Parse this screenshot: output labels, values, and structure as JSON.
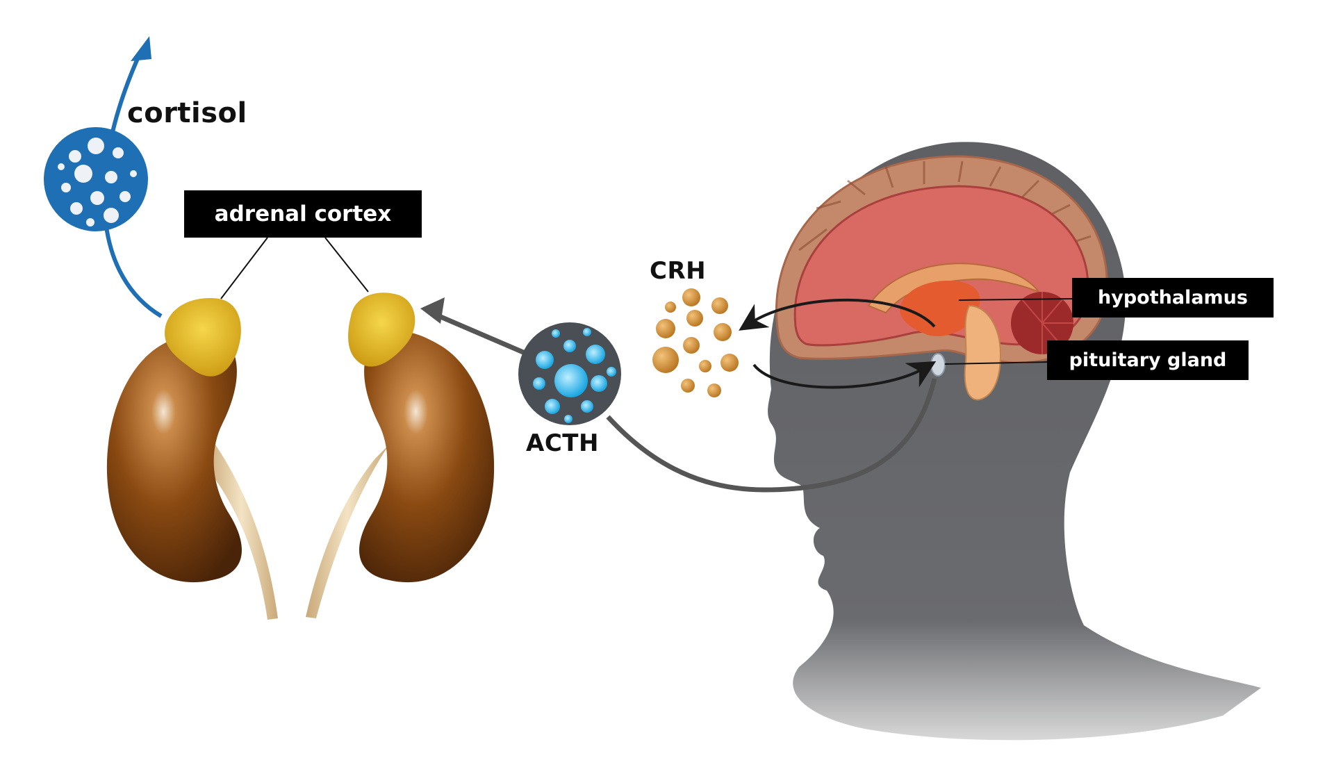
{
  "labels": {
    "cortisol": "cortisol",
    "adrenal_cortex": "adrenal cortex",
    "crh": "CRH",
    "acth": "ACTH",
    "hypothalamus": "hypothalamus",
    "pituitary_gland": "pituitary gland"
  },
  "colors": {
    "head_silhouette": "#5f6064",
    "cortisol_molecule": "#1f6fb5",
    "cortisol_arrow": "#1f6fb5",
    "crh_particles": "#d9953f",
    "acth_molecule": "#4a4f55",
    "acth_particles": "#35b4e8",
    "kidney": "#8a4a12",
    "adrenal_gland": "#e7b928",
    "ureter": "#e8d2a6",
    "brain_cortex": "#c4896a",
    "brain_inner": "#d96a63",
    "label_background": "#000000",
    "label_text": "#ffffff"
  }
}
